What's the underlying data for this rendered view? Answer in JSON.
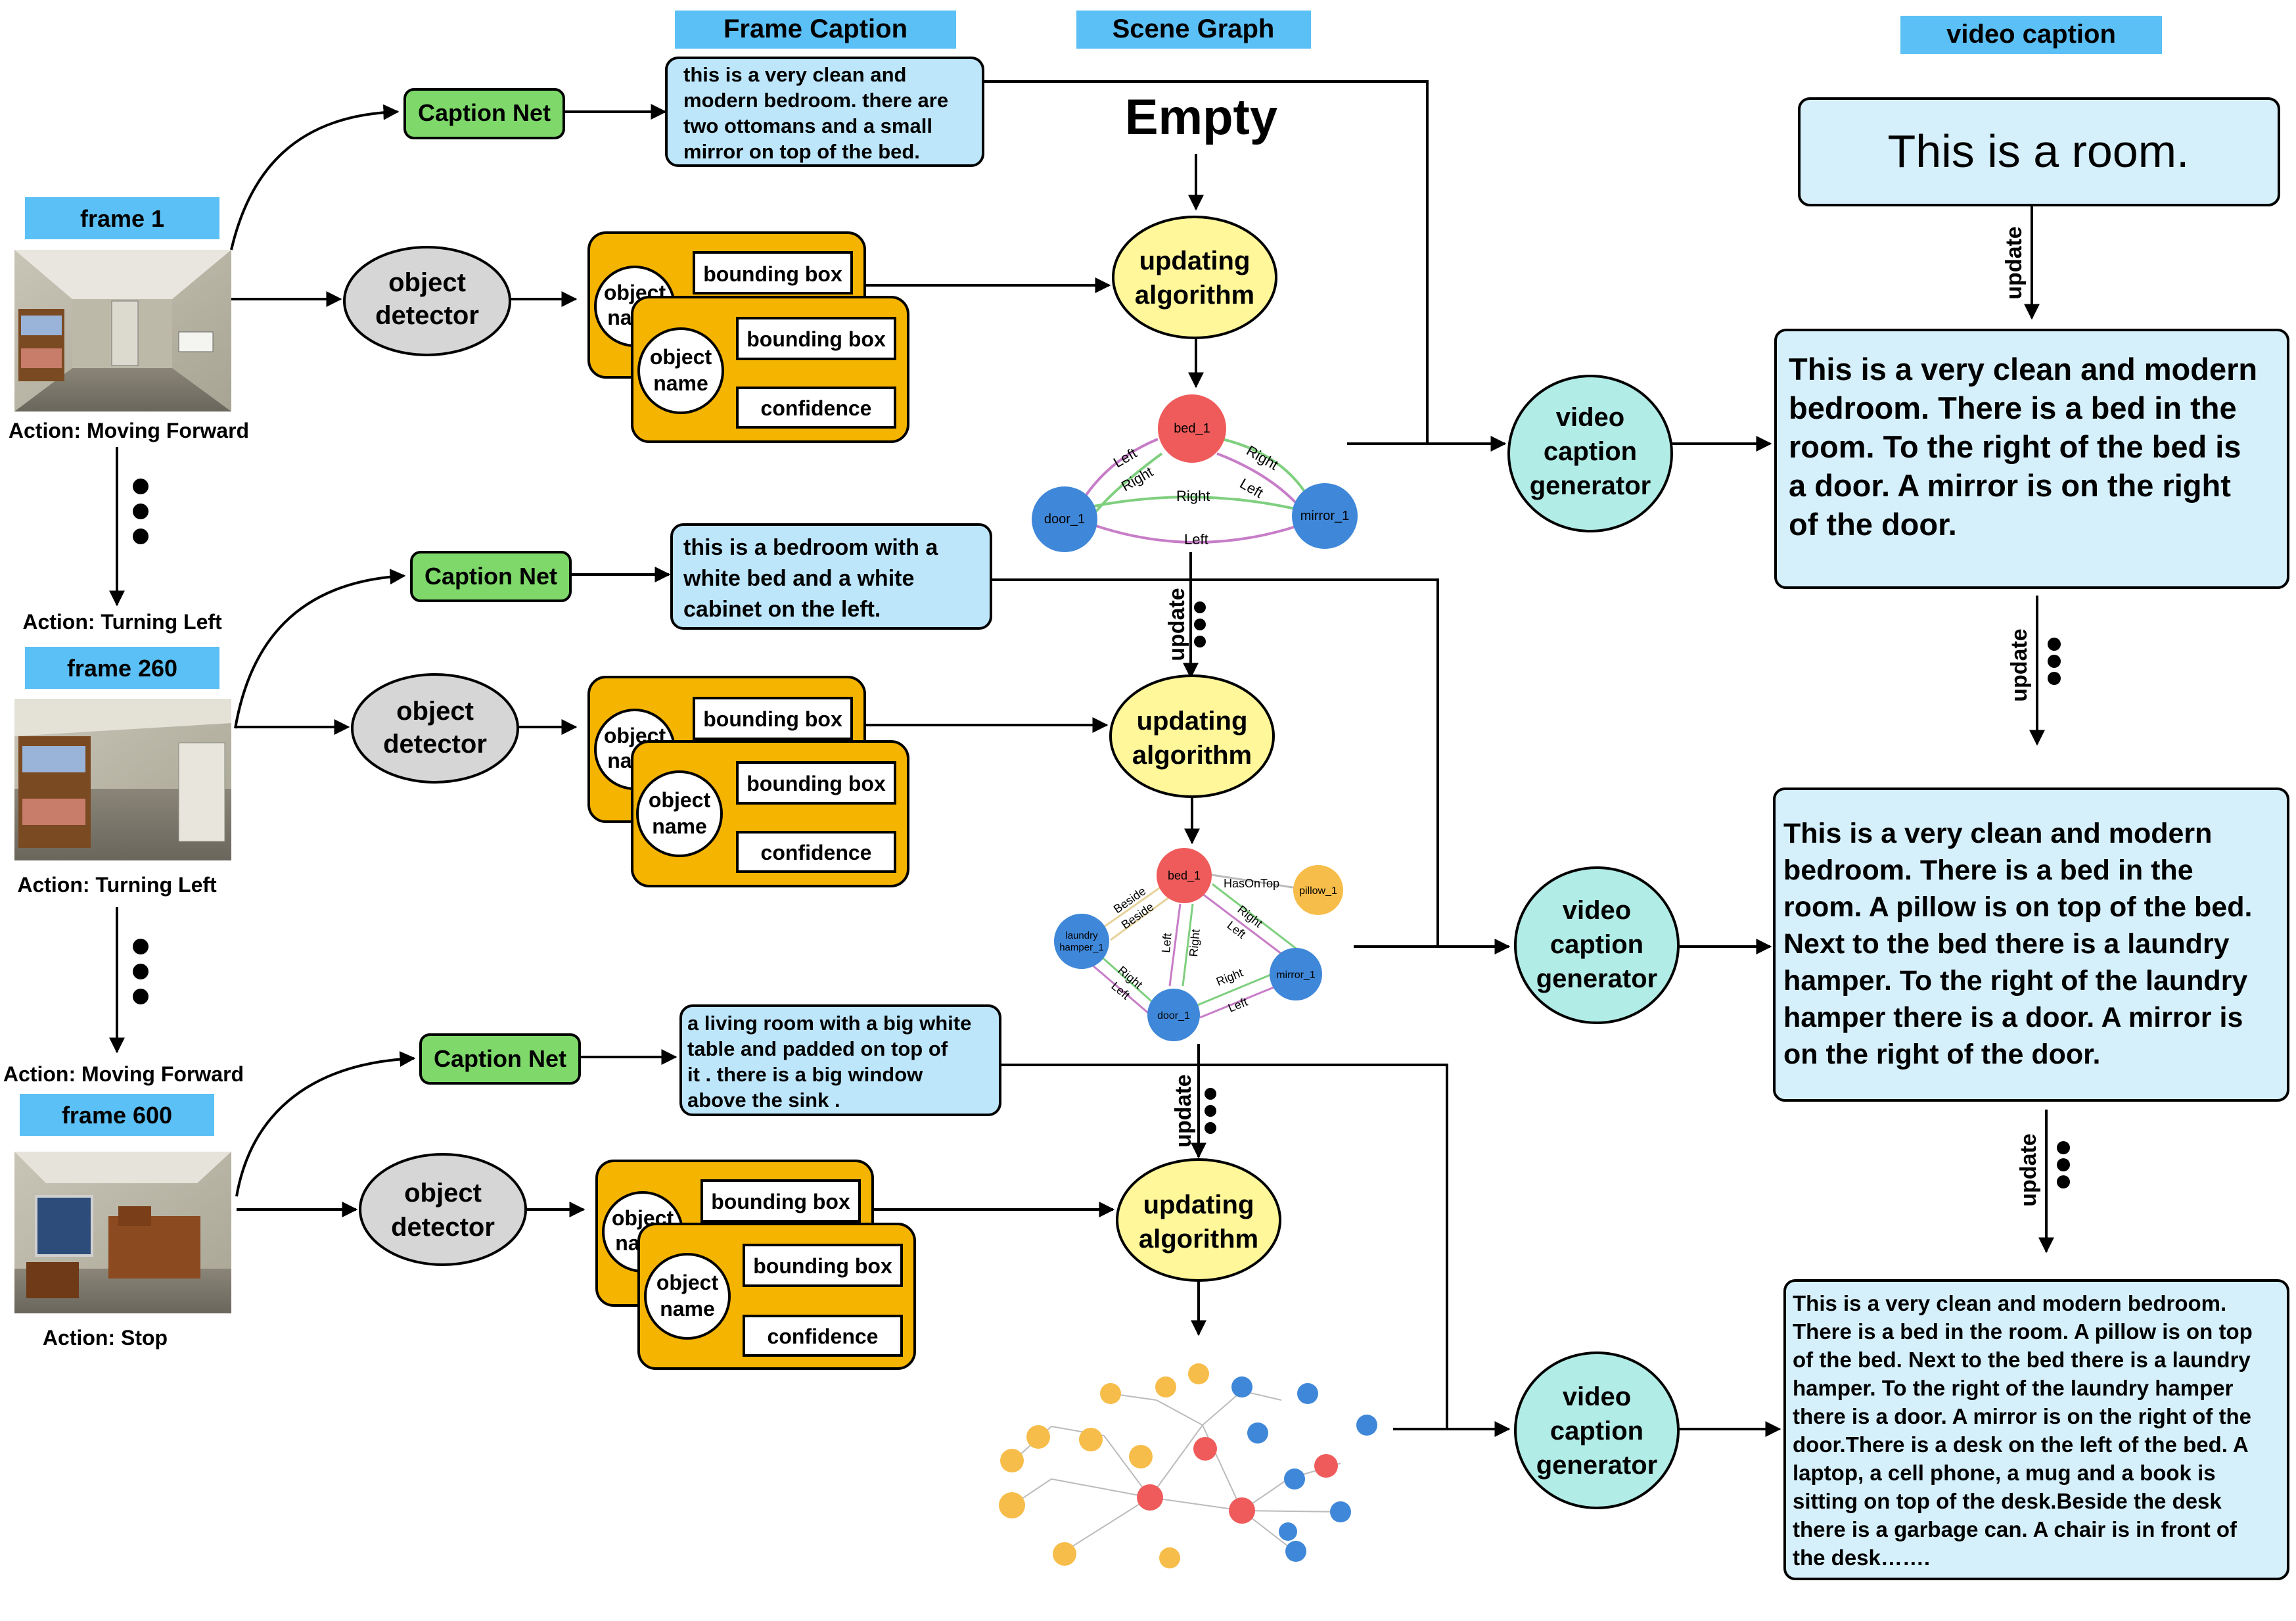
{
  "headers": {
    "frame_caption": "Frame Caption",
    "scene_graph": "Scene Graph",
    "video_caption": "video caption"
  },
  "colors": {
    "header_blue": "#5bc0f5",
    "caption_net_green": "#7ed86a",
    "caption_box_blue": "#bde6fb",
    "detector_gray": "#d6d6d6",
    "detection_orange": "#f5b400",
    "algorithm_yellow": "#fff79a",
    "generator_teal": "#b1ece7",
    "node_red": "#ef5b5b",
    "node_blue": "#3f87d8",
    "node_orange": "#f7bd4a"
  },
  "frames": [
    {
      "frame_label": "frame 1",
      "action_below": "Action: Moving Forward",
      "caption_net": "Caption Net",
      "caption_lines": [
        "this is a very clean and",
        "modern bedroom. there are",
        "two ottomans and a small",
        "mirror on top of the bed."
      ],
      "detector_lines": [
        "object",
        "detector"
      ],
      "det_back_box": "bounding box",
      "det_back_name": [
        "object",
        "name"
      ],
      "det_front_box": "bounding box",
      "det_front_name": [
        "object",
        "name"
      ],
      "det_conf": "confidence",
      "algo_lines": [
        "updating",
        "algorithm"
      ],
      "gen_lines": [
        "video",
        "caption",
        "generator"
      ]
    },
    {
      "action_above": "Action: Turning Left",
      "frame_label": "frame 260",
      "action_below": "Action: Turning Left",
      "caption_net": "Caption Net",
      "caption_lines": [
        "this is a bedroom with a",
        "white bed and a white",
        "cabinet on the left."
      ],
      "detector_lines": [
        "object",
        "detector"
      ],
      "det_back_box": "bounding box",
      "det_back_name": [
        "object",
        "name"
      ],
      "det_front_box": "bounding box",
      "det_front_name": [
        "object",
        "name"
      ],
      "det_conf": "confidence",
      "algo_lines": [
        "updating",
        "algorithm"
      ],
      "gen_lines": [
        "video",
        "caption",
        "generator"
      ]
    },
    {
      "action_above": "Action: Moving Forward",
      "frame_label": "frame 600",
      "action_below": "Action: Stop",
      "caption_net": "Caption Net",
      "caption_lines": [
        "a living room with a big white",
        "table and padded on top of",
        "it . there is a big window",
        "above the sink ."
      ],
      "detector_lines": [
        "object",
        "detector"
      ],
      "det_back_box": "bounding box",
      "det_back_name": [
        "object",
        "name"
      ],
      "det_front_box": "bounding box",
      "det_front_name": [
        "object",
        "name"
      ],
      "det_conf": "confidence",
      "algo_lines": [
        "updating",
        "algorithm"
      ],
      "gen_lines": [
        "video",
        "caption",
        "generator"
      ]
    }
  ],
  "scene_graph": {
    "empty_label": "Empty",
    "update_label": "update",
    "graph1": {
      "nodes": [
        {
          "id": "bed_1",
          "color": "red"
        },
        {
          "id": "door_1",
          "color": "blue"
        },
        {
          "id": "mirror_1",
          "color": "blue"
        }
      ],
      "edge_labels": [
        "Left",
        "Right",
        "Right",
        "Left",
        "Right",
        "Left"
      ]
    },
    "graph2": {
      "nodes": [
        {
          "id": "bed_1",
          "color": "red"
        },
        {
          "id": "pillow_1",
          "color": "orange"
        },
        {
          "id": "laundry_hamper_1",
          "label": [
            "laundry",
            "hamper_1"
          ],
          "color": "blue"
        },
        {
          "id": "mirror_1",
          "color": "blue"
        },
        {
          "id": "door_1",
          "color": "blue"
        }
      ],
      "edge_labels": [
        "HasOnTop",
        "Beside",
        "Beside",
        "Right",
        "Left",
        "Left",
        "Right",
        "Right",
        "Left",
        "Right",
        "Left"
      ]
    }
  },
  "video_caption": {
    "initial": "This is a room.",
    "update_label": "update",
    "caption_1": [
      "This is a very clean and modern",
      "bedroom. There is a bed in the",
      "room. To the right of the bed is",
      "a door. A mirror is on the right",
      "of the door."
    ],
    "caption_2": [
      "This is a very clean and modern",
      "bedroom. There is a bed in the",
      "room. A pillow is on top of the bed.",
      "Next to the bed there is a laundry",
      "hamper. To the right of the laundry",
      "hamper there is a door. A mirror is",
      "on the right of the door."
    ],
    "caption_3": [
      "This is a very clean and modern bedroom.",
      "There is a bed in the room. A pillow is on top",
      "of the bed. Next to the bed there is a laundry",
      "hamper. To the right of the laundry hamper",
      "there is a door. A mirror is on the right of the",
      "door.There is a desk on the left of the bed. A",
      "laptop, a cell phone, a mug and a book is",
      "sitting on top of the desk.Beside the desk",
      "there is a garbage can. A chair is in front of",
      "the desk……."
    ]
  }
}
